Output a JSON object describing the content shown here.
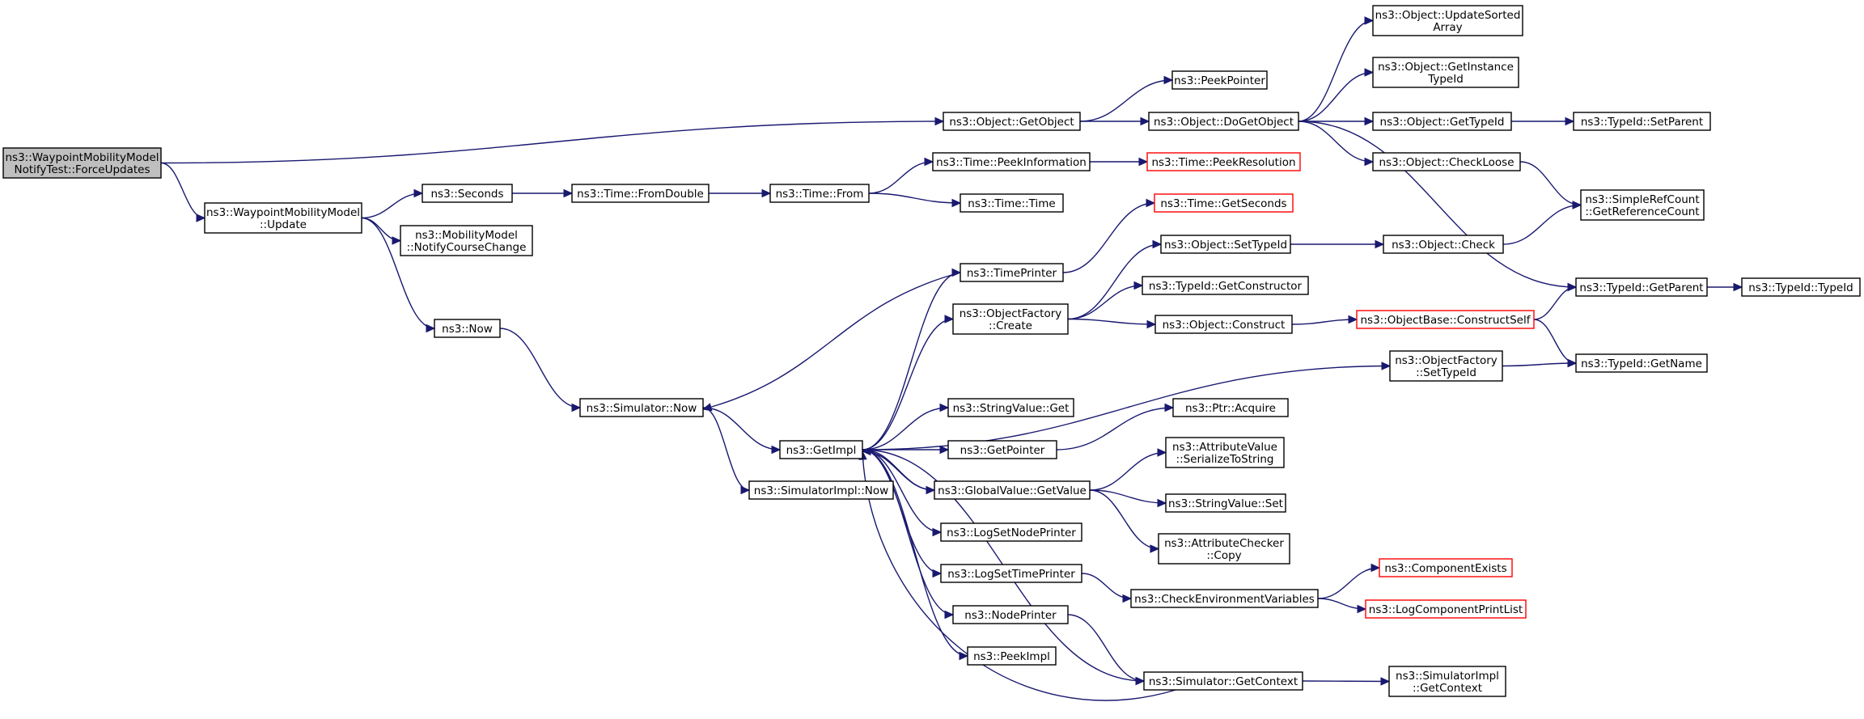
{
  "graph": {
    "nodes": [
      {
        "id": "root",
        "lines": [
          "ns3::WaypointMobilityModel",
          "NotifyTest::ForceUpdates"
        ],
        "style": "root"
      },
      {
        "id": "getobject",
        "lines": [
          "ns3::Object::GetObject"
        ]
      },
      {
        "id": "wmm_update",
        "lines": [
          "ns3::WaypointMobilityModel",
          "::Update"
        ]
      },
      {
        "id": "peekpointer",
        "lines": [
          "ns3::PeekPointer"
        ]
      },
      {
        "id": "dogetobject",
        "lines": [
          "ns3::Object::DoGetObject"
        ]
      },
      {
        "id": "updatesorted",
        "lines": [
          "ns3::Object::UpdateSorted",
          "Array"
        ]
      },
      {
        "id": "getinstance",
        "lines": [
          "ns3::Object::GetInstance",
          "TypeId"
        ]
      },
      {
        "id": "obj_gettypeid",
        "lines": [
          "ns3::Object::GetTypeId"
        ]
      },
      {
        "id": "setparent",
        "lines": [
          "ns3::TypeId::SetParent"
        ]
      },
      {
        "id": "checkloose",
        "lines": [
          "ns3::Object::CheckLoose"
        ]
      },
      {
        "id": "getrefcount",
        "lines": [
          "ns3::SimpleRefCount",
          "::GetReferenceCount"
        ]
      },
      {
        "id": "seconds",
        "lines": [
          "ns3::Seconds"
        ]
      },
      {
        "id": "fromdouble",
        "lines": [
          "ns3::Time::FromDouble"
        ]
      },
      {
        "id": "timefrom",
        "lines": [
          "ns3::Time::From"
        ]
      },
      {
        "id": "peekinfo",
        "lines": [
          "ns3::Time::PeekInformation"
        ]
      },
      {
        "id": "peekres",
        "lines": [
          "ns3::Time::PeekResolution"
        ],
        "style": "truncated"
      },
      {
        "id": "timetime",
        "lines": [
          "ns3::Time::Time"
        ]
      },
      {
        "id": "notifycourse",
        "lines": [
          "ns3::MobilityModel",
          "::NotifyCourseChange"
        ]
      },
      {
        "id": "getseconds",
        "lines": [
          "ns3::Time::GetSeconds"
        ],
        "style": "truncated"
      },
      {
        "id": "timeprinter",
        "lines": [
          "ns3::TimePrinter"
        ]
      },
      {
        "id": "settypeid",
        "lines": [
          "ns3::Object::SetTypeId"
        ]
      },
      {
        "id": "objcheck",
        "lines": [
          "ns3::Object::Check"
        ]
      },
      {
        "id": "getconstructor",
        "lines": [
          "ns3::TypeId::GetConstructor"
        ]
      },
      {
        "id": "getparent",
        "lines": [
          "ns3::TypeId::GetParent"
        ]
      },
      {
        "id": "typeidtypeid",
        "lines": [
          "ns3::TypeId::TypeId"
        ]
      },
      {
        "id": "now",
        "lines": [
          "ns3::Now"
        ]
      },
      {
        "id": "ofcreate",
        "lines": [
          "ns3::ObjectFactory",
          "::Create"
        ]
      },
      {
        "id": "objconstruct",
        "lines": [
          "ns3::Object::Construct"
        ]
      },
      {
        "id": "constructself",
        "lines": [
          "ns3::ObjectBase::ConstructSelf"
        ],
        "style": "truncated"
      },
      {
        "id": "ofsettypeid",
        "lines": [
          "ns3::ObjectFactory",
          "::SetTypeId"
        ]
      },
      {
        "id": "getname",
        "lines": [
          "ns3::TypeId::GetName"
        ]
      },
      {
        "id": "simnow",
        "lines": [
          "ns3::Simulator::Now"
        ]
      },
      {
        "id": "stringget",
        "lines": [
          "ns3::StringValue::Get"
        ]
      },
      {
        "id": "ptracquire",
        "lines": [
          "ns3::Ptr::Acquire"
        ]
      },
      {
        "id": "getimpl",
        "lines": [
          "ns3::GetImpl"
        ]
      },
      {
        "id": "getpointer",
        "lines": [
          "ns3::GetPointer"
        ]
      },
      {
        "id": "avserialize",
        "lines": [
          "ns3::AttributeValue",
          "::SerializeToString"
        ]
      },
      {
        "id": "simimplnow",
        "lines": [
          "ns3::SimulatorImpl::Now"
        ]
      },
      {
        "id": "gvgetvalue",
        "lines": [
          "ns3::GlobalValue::GetValue"
        ]
      },
      {
        "id": "stringset",
        "lines": [
          "ns3::StringValue::Set"
        ]
      },
      {
        "id": "lognode",
        "lines": [
          "ns3::LogSetNodePrinter"
        ]
      },
      {
        "id": "accopy",
        "lines": [
          "ns3::AttributeChecker",
          "::Copy"
        ]
      },
      {
        "id": "logtime",
        "lines": [
          "ns3::LogSetTimePrinter"
        ]
      },
      {
        "id": "compexists",
        "lines": [
          "ns3::ComponentExists"
        ],
        "style": "truncated"
      },
      {
        "id": "checkenv",
        "lines": [
          "ns3::CheckEnvironmentVariables"
        ]
      },
      {
        "id": "logcomplist",
        "lines": [
          "ns3::LogComponentPrintList"
        ],
        "style": "truncated"
      },
      {
        "id": "nodeprinter",
        "lines": [
          "ns3::NodePrinter"
        ]
      },
      {
        "id": "peekimpl",
        "lines": [
          "ns3::PeekImpl"
        ]
      },
      {
        "id": "getcontext",
        "lines": [
          "ns3::Simulator::GetContext"
        ]
      },
      {
        "id": "simimplctx",
        "lines": [
          "ns3::SimulatorImpl",
          "::GetContext"
        ]
      }
    ],
    "edges": [
      [
        "root",
        "getobject"
      ],
      [
        "root",
        "wmm_update"
      ],
      [
        "getobject",
        "peekpointer"
      ],
      [
        "getobject",
        "dogetobject"
      ],
      [
        "dogetobject",
        "updatesorted"
      ],
      [
        "dogetobject",
        "getinstance"
      ],
      [
        "dogetobject",
        "obj_gettypeid"
      ],
      [
        "dogetobject",
        "checkloose"
      ],
      [
        "dogetobject",
        "getparent"
      ],
      [
        "obj_gettypeid",
        "setparent"
      ],
      [
        "checkloose",
        "getrefcount"
      ],
      [
        "wmm_update",
        "seconds"
      ],
      [
        "wmm_update",
        "notifycourse"
      ],
      [
        "wmm_update",
        "now"
      ],
      [
        "seconds",
        "fromdouble"
      ],
      [
        "fromdouble",
        "timefrom"
      ],
      [
        "timefrom",
        "peekinfo"
      ],
      [
        "timefrom",
        "timetime"
      ],
      [
        "peekinfo",
        "peekres"
      ],
      [
        "timeprinter",
        "getseconds"
      ],
      [
        "timeprinter",
        "simnow"
      ],
      [
        "now",
        "simnow"
      ],
      [
        "simnow",
        "getimpl"
      ],
      [
        "simnow",
        "simimplnow"
      ],
      [
        "getimpl",
        "timeprinter"
      ],
      [
        "getimpl",
        "ofcreate"
      ],
      [
        "getimpl",
        "ofsettypeid"
      ],
      [
        "getimpl",
        "stringget"
      ],
      [
        "getimpl",
        "getpointer"
      ],
      [
        "getimpl",
        "gvgetvalue"
      ],
      [
        "getimpl",
        "lognode"
      ],
      [
        "getimpl",
        "logtime"
      ],
      [
        "getimpl",
        "nodeprinter"
      ],
      [
        "getimpl",
        "peekimpl"
      ],
      [
        "getimpl",
        "getcontext"
      ],
      [
        "ofcreate",
        "settypeid"
      ],
      [
        "ofcreate",
        "getconstructor"
      ],
      [
        "ofcreate",
        "objconstruct"
      ],
      [
        "settypeid",
        "objcheck"
      ],
      [
        "objcheck",
        "getrefcount"
      ],
      [
        "objconstruct",
        "constructself"
      ],
      [
        "constructself",
        "getparent"
      ],
      [
        "constructself",
        "getname"
      ],
      [
        "getparent",
        "typeidtypeid"
      ],
      [
        "ofsettypeid",
        "getname"
      ],
      [
        "getpointer",
        "ptracquire"
      ],
      [
        "gvgetvalue",
        "avserialize"
      ],
      [
        "gvgetvalue",
        "stringset"
      ],
      [
        "gvgetvalue",
        "accopy"
      ],
      [
        "gvgetvalue",
        "getimpl"
      ],
      [
        "logtime",
        "checkenv"
      ],
      [
        "checkenv",
        "compexists"
      ],
      [
        "checkenv",
        "logcomplist"
      ],
      [
        "nodeprinter",
        "getcontext"
      ],
      [
        "getcontext",
        "simimplctx"
      ],
      [
        "getcontext",
        "getimpl"
      ]
    ]
  }
}
